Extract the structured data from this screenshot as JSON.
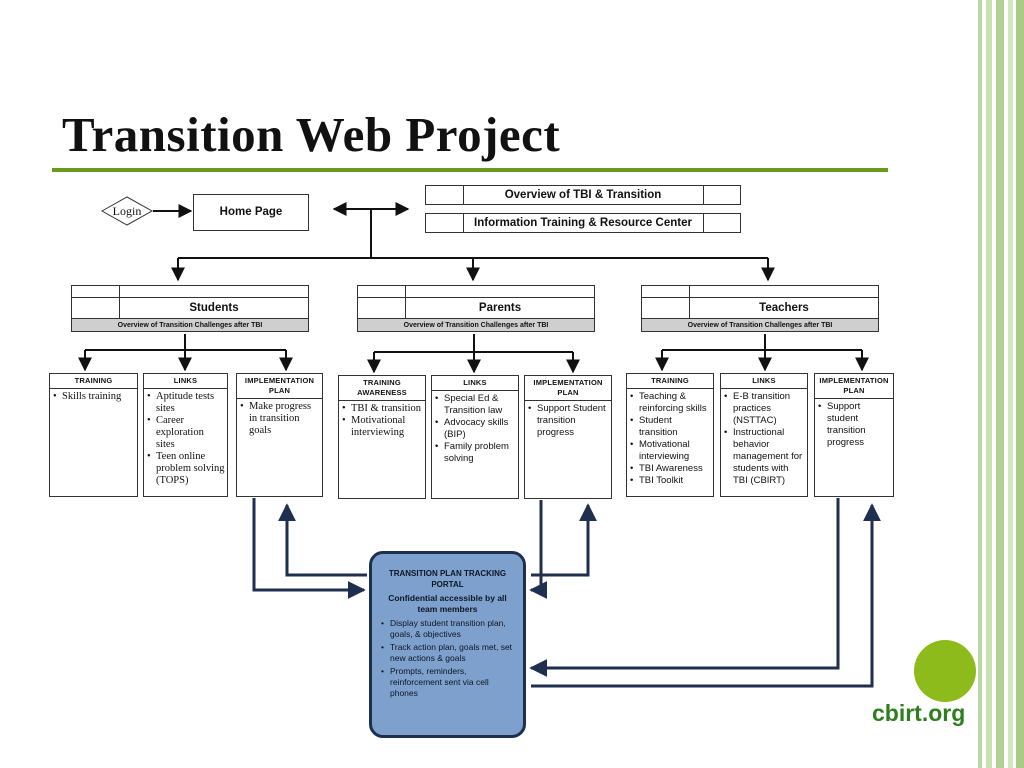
{
  "slide": {
    "title": "Transition Web Project",
    "accent_color": "#6a9a1f",
    "logo_text": "cbirt.org",
    "logo_color": "#8dbb1c"
  },
  "top": {
    "login": "Login",
    "home_page": "Home Page",
    "overview": "Overview of TBI & Transition",
    "info_center": "Information Training & Resource Center"
  },
  "groups": [
    {
      "title": "Students",
      "subtitle": "Overview of Transition Challenges after TBI",
      "columns": [
        {
          "head": "Training",
          "items": [
            "Skills training"
          ]
        },
        {
          "head": "Links",
          "items": [
            "Aptitude tests sites",
            "Career exploration sites",
            "Teen online problem solving (TOPS)"
          ]
        },
        {
          "head": "Implementation Plan",
          "items": [
            "Make progress in transition goals"
          ]
        }
      ]
    },
    {
      "title": "Parents",
      "subtitle": "Overview of Transition Challenges after TBI",
      "columns": [
        {
          "head": "Training Awareness",
          "items": [
            "TBI & transition",
            "Motivational interviewing"
          ]
        },
        {
          "head": "Links",
          "items": [
            "Special Ed & Transition law",
            "Advocacy skills (BIP)",
            "Family problem solving"
          ]
        },
        {
          "head": "Implementation Plan",
          "items": [
            "Support Student transition progress"
          ]
        }
      ]
    },
    {
      "title": "Teachers",
      "subtitle": "Overview of Transition Challenges after TBI",
      "columns": [
        {
          "head": "Training",
          "items": [
            "Teaching & reinforcing skills",
            "Student transition",
            "Motivational interviewing",
            "TBI Awareness",
            "TBI Toolkit"
          ]
        },
        {
          "head": "Links",
          "items": [
            "E-B transition practices (NSTTAC)",
            "Instructional behavior management for students with TBI (CBIRT)"
          ]
        },
        {
          "head": "Implementation Plan",
          "items": [
            "Support student transition progress"
          ]
        }
      ]
    }
  ],
  "portal": {
    "title": "Transition Plan Tracking Portal",
    "subtitle": "Confidential accessible by all team members",
    "items": [
      "Display student transition plan, goals, & objectives",
      "Track action plan, goals met, set new actions & goals",
      "Prompts, reminders, reinforcement sent via cell phones"
    ],
    "fill_color": "#7da0cc",
    "border_color": "#1f2f4f"
  }
}
